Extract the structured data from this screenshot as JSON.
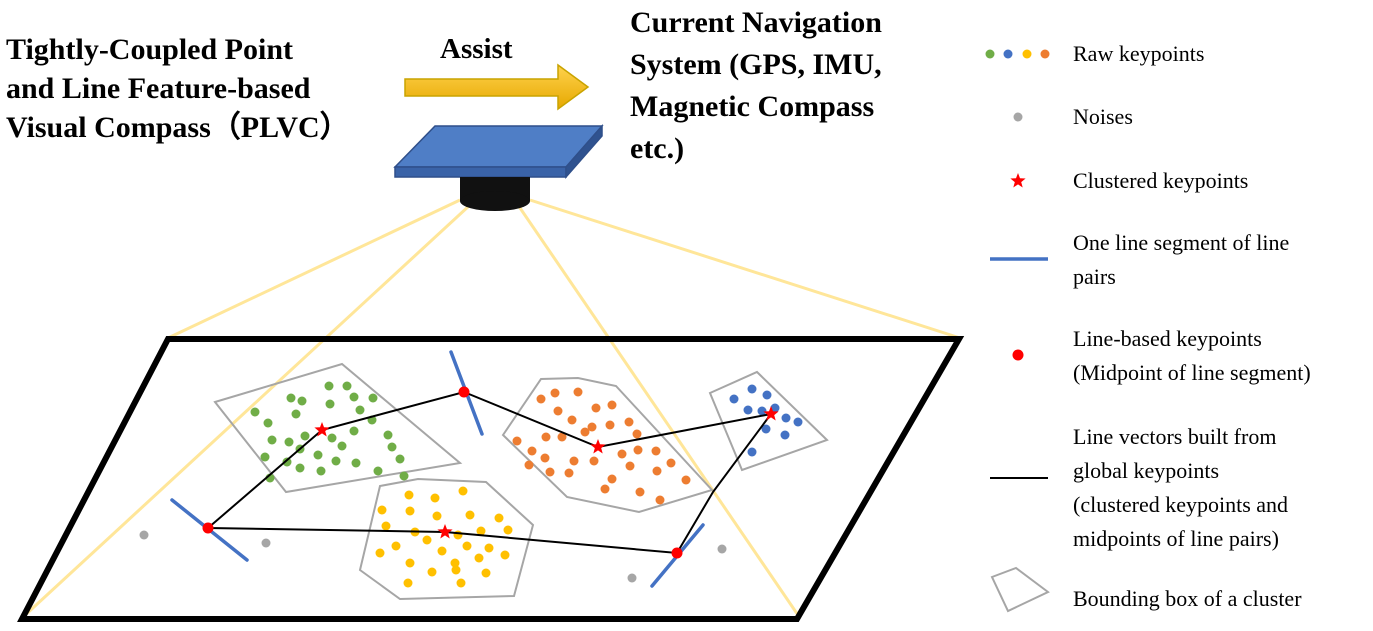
{
  "titles": {
    "plvc": [
      "Tightly-Coupled Point",
      "and Line Feature-based",
      "Visual Compass（PLVC）"
    ],
    "assist": "Assist",
    "nav_system": [
      "Current Navigation",
      "System (GPS, IMU,",
      "Magnetic Compass",
      "etc.)"
    ]
  },
  "legend": [
    {
      "icon": "raw-keypoints-icon",
      "lines": [
        "Raw keypoints"
      ]
    },
    {
      "icon": "noise-icon",
      "lines": [
        "Noises"
      ]
    },
    {
      "icon": "clustered-keypoint-icon",
      "lines": [
        "Clustered keypoints"
      ]
    },
    {
      "icon": "line-segment-icon",
      "lines": [
        "One line segment of line",
        "pairs"
      ]
    },
    {
      "icon": "line-based-keypoint-icon",
      "lines": [
        "Line-based keypoints",
        "(Midpoint of line segment)"
      ]
    },
    {
      "icon": "line-vector-icon",
      "lines": [
        "Line vectors built from",
        "global keypoints",
        "(clustered keypoints and",
        "midpoints of line pairs)"
      ]
    },
    {
      "icon": "bounding-box-icon",
      "lines": [
        "Bounding box of a cluster"
      ]
    }
  ],
  "colors": {
    "green": "#70ad47",
    "blue": "#4472c4",
    "yellow": "#ffc000",
    "orange": "#ed7d31",
    "noise": "#a6a6a6",
    "red": "#ff0000",
    "line_segment": "#4472c4",
    "camera_top": "#4472c4",
    "arrow": "#ffc000",
    "view_lines": "#ffe699"
  }
}
